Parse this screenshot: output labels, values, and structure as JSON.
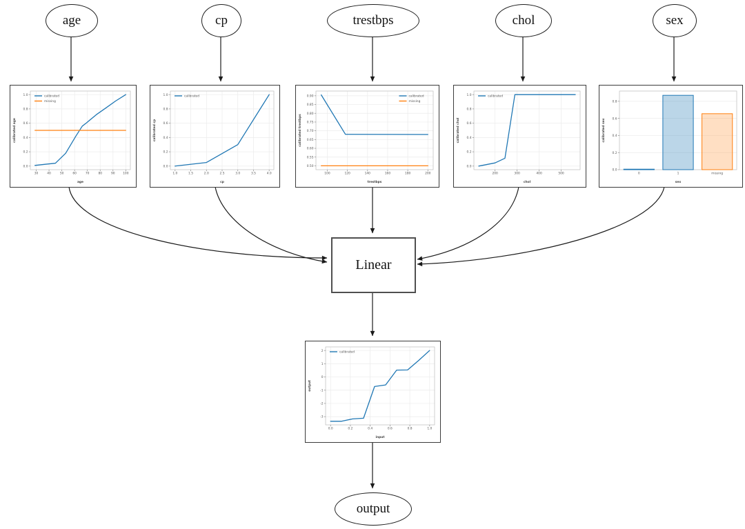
{
  "nodes": {
    "age": {
      "label": "age"
    },
    "cp": {
      "label": "cp"
    },
    "trestbps": {
      "label": "trestbps"
    },
    "chol": {
      "label": "chol"
    },
    "sex": {
      "label": "sex"
    },
    "linear": {
      "label": "Linear"
    },
    "output": {
      "label": "output"
    }
  },
  "colors": {
    "calibrated_line": "#1f77b4",
    "missing_line": "#ff7f0e",
    "bar_fill_blue": "rgba(31,119,180,0.30)",
    "bar_fill_orange": "rgba(255,127,14,0.25)",
    "edge_color": "#1a1a1a",
    "grid_color": "#ebebeb"
  },
  "chart_data": [
    {
      "id": "age",
      "type": "line",
      "xlabel": "age",
      "ylabel": "calibrated age",
      "xlim": [
        25.4,
        103.6
      ],
      "ylim": [
        -0.05,
        1.05
      ],
      "xticks": [
        30,
        40,
        50,
        60,
        70,
        80,
        90,
        100
      ],
      "xtick_labels": [
        "30",
        "40",
        "50",
        "60",
        "70",
        "80",
        "90",
        "100"
      ],
      "yticks": [
        0,
        0.2,
        0.4,
        0.6,
        0.8,
        1.0
      ],
      "ytick_labels": [
        "0.0",
        "0.2",
        "0.4",
        "0.6",
        "0.8",
        "1.0"
      ],
      "legend": "nw",
      "grid": true,
      "series": [
        {
          "name": "calibrated",
          "color": "#1f77b4",
          "points": [
            [
              29,
              0.01
            ],
            [
              37,
              0.025
            ],
            [
              45,
              0.04
            ],
            [
              53,
              0.18
            ],
            [
              61,
              0.42
            ],
            [
              66,
              0.56
            ],
            [
              69,
              0.6
            ],
            [
              77,
              0.72
            ],
            [
              85,
              0.82
            ],
            [
              92,
              0.91
            ],
            [
              100,
              1.0
            ]
          ]
        },
        {
          "name": "missing",
          "color": "#ff7f0e",
          "points": [
            [
              29,
              0.5
            ],
            [
              100,
              0.5
            ]
          ]
        }
      ]
    },
    {
      "id": "cp",
      "type": "line",
      "xlabel": "cp",
      "ylabel": "calibrated cp",
      "xlim": [
        0.85,
        4.15
      ],
      "ylim": [
        -0.05,
        1.05
      ],
      "xticks": [
        1.0,
        1.5,
        2.0,
        2.5,
        3.0,
        3.5,
        4.0
      ],
      "xtick_labels": [
        "1.0",
        "1.5",
        "2.0",
        "2.5",
        "3.0",
        "3.5",
        "4.0"
      ],
      "yticks": [
        0,
        0.2,
        0.4,
        0.6,
        0.8,
        1.0
      ],
      "ytick_labels": [
        "0.0",
        "0.2",
        "0.4",
        "0.6",
        "0.8",
        "1.0"
      ],
      "legend": "nw",
      "grid": true,
      "series": [
        {
          "name": "calibrated",
          "color": "#1f77b4",
          "points": [
            [
              1,
              0.0
            ],
            [
              2,
              0.05
            ],
            [
              3,
              0.3
            ],
            [
              4,
              1.0
            ]
          ]
        }
      ]
    },
    {
      "id": "trestbps",
      "type": "line",
      "xlabel": "trestbps",
      "ylabel": "calibrated trestbps",
      "xlim": [
        88.7,
        205.3
      ],
      "ylim": [
        0.478,
        0.927
      ],
      "xticks": [
        100,
        120,
        140,
        160,
        180,
        200
      ],
      "xtick_labels": [
        "100",
        "120",
        "140",
        "160",
        "180",
        "200"
      ],
      "yticks": [
        0.5,
        0.55,
        0.6,
        0.65,
        0.7,
        0.75,
        0.8,
        0.85,
        0.9
      ],
      "ytick_labels": [
        "0.50",
        "0.55",
        "0.60",
        "0.65",
        "0.70",
        "0.75",
        "0.80",
        "0.85",
        "0.90"
      ],
      "legend": "ne",
      "grid": true,
      "series": [
        {
          "name": "calibrated",
          "color": "#1f77b4",
          "points": [
            [
              94,
              0.905
            ],
            [
              118,
              0.68
            ],
            [
              200,
              0.679
            ]
          ]
        },
        {
          "name": "missing",
          "color": "#ff7f0e",
          "points": [
            [
              94,
              0.5
            ],
            [
              200,
              0.5
            ]
          ]
        }
      ]
    },
    {
      "id": "chol",
      "type": "line",
      "xlabel": "chol",
      "ylabel": "calibrated chol",
      "xlim": [
        104,
        586
      ],
      "ylim": [
        -0.05,
        1.05
      ],
      "xticks": [
        200,
        300,
        400,
        500
      ],
      "xtick_labels": [
        "200",
        "300",
        "400",
        "500"
      ],
      "yticks": [
        0,
        0.2,
        0.4,
        0.6,
        0.8,
        1.0
      ],
      "ytick_labels": [
        "0.0",
        "0.2",
        "0.4",
        "0.6",
        "0.8",
        "1.0"
      ],
      "legend": "nw",
      "grid": true,
      "series": [
        {
          "name": "calibrated",
          "color": "#1f77b4",
          "points": [
            [
              126,
              0.0
            ],
            [
              200,
              0.045
            ],
            [
              245,
              0.11
            ],
            [
              290,
              1.0
            ],
            [
              564,
              1.0
            ]
          ]
        }
      ]
    },
    {
      "id": "sex",
      "type": "bar",
      "xlabel": "sex",
      "ylabel": "calibrated sex",
      "ylim": [
        0,
        0.92
      ],
      "categories": [
        "0",
        "1",
        "missing"
      ],
      "values": [
        0.006,
        0.87,
        0.655
      ],
      "bar_edges": [
        "#1f77b4",
        "#1f77b4",
        "#ff7f0e"
      ],
      "bar_fills": [
        "rgba(31,119,180,0.30)",
        "rgba(31,119,180,0.30)",
        "rgba(255,127,14,0.25)"
      ],
      "yticks": [
        0,
        0.2,
        0.4,
        0.6,
        0.8
      ],
      "ytick_labels": [
        "0.0",
        "0.2",
        "0.4",
        "0.6",
        "0.8"
      ],
      "legend": null,
      "grid": true
    },
    {
      "id": "output",
      "type": "line",
      "xlabel": "input",
      "ylabel": "output",
      "xlim": [
        -0.05,
        1.05
      ],
      "ylim": [
        -3.62,
        2.27
      ],
      "xticks": [
        0,
        0.2,
        0.4,
        0.6,
        0.8,
        1.0
      ],
      "xtick_labels": [
        "0.0",
        "0.2",
        "0.4",
        "0.6",
        "0.8",
        "1.0"
      ],
      "yticks": [
        -3,
        -2,
        -1,
        0,
        1,
        2
      ],
      "ytick_labels": [
        "-3",
        "-2",
        "-1",
        "0",
        "1",
        "2"
      ],
      "legend": "nw",
      "grid": true,
      "series": [
        {
          "name": "calibrated",
          "color": "#1f77b4",
          "points": [
            [
              0,
              -3.35
            ],
            [
              0.111,
              -3.35
            ],
            [
              0.222,
              -3.17
            ],
            [
              0.333,
              -3.12
            ],
            [
              0.444,
              -0.72
            ],
            [
              0.556,
              -0.6
            ],
            [
              0.667,
              0.52
            ],
            [
              0.778,
              0.53
            ],
            [
              0.889,
              1.25
            ],
            [
              1.0,
              2.0
            ]
          ]
        }
      ]
    }
  ]
}
